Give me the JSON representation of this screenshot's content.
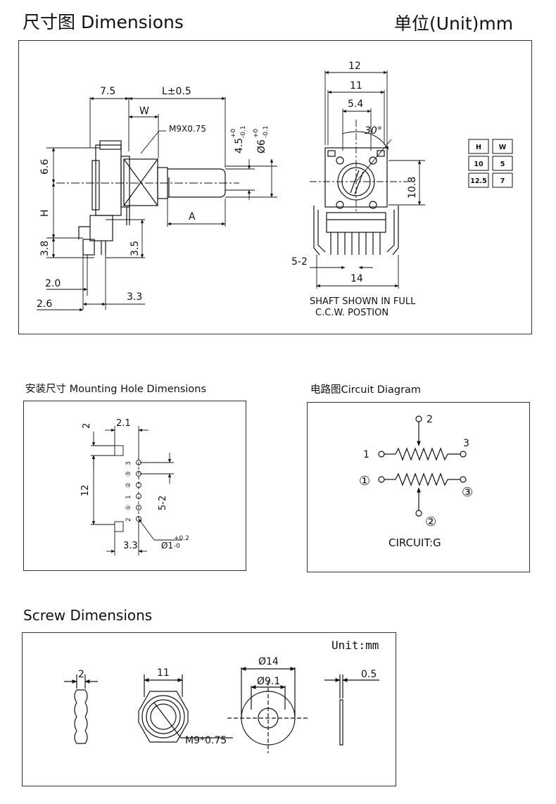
{
  "header": {
    "title": "尺寸图  Dimensions",
    "unit": "单位(Unit)mm"
  },
  "main_drawing": {
    "side_view": {
      "dim_7_5": "7.5",
      "dim_L": "L±0.5",
      "dim_W": "W",
      "thread": "M9X0.75",
      "dim_4_5": "4.5",
      "dim_4_5_tol_up": "+0",
      "dim_4_5_tol_down": "-0.1",
      "dim_6": "Ø6",
      "dim_6_tol_up": "+0",
      "dim_6_tol_down": "-0.1",
      "dim_6_6": "6.6",
      "dim_H": "H",
      "dim_A": "A",
      "dim_3_8": "3.8",
      "dim_3_5": "3.5",
      "dim_2_0": "2.0",
      "dim_2_6": "2.6",
      "dim_3_3": "3.3"
    },
    "front_view": {
      "dim_12": "12",
      "dim_11": "11",
      "dim_5_4": "5.4",
      "angle": "30°",
      "dim_10_8": "10.8",
      "dim_5_2": "5-2",
      "dim_14": "14",
      "note_line1": "SHAFT SHOWN IN FULL",
      "note_line2": "C.C.W. POSTION"
    },
    "hw_table": {
      "headers": [
        "H",
        "W"
      ],
      "rows": [
        [
          "10",
          "5"
        ],
        [
          "12.5",
          "7"
        ]
      ]
    }
  },
  "mounting": {
    "title": "安装尺寸  Mounting Hole Dimensions",
    "dim_2": "2",
    "dim_2_1": "2.1",
    "dim_12": "12",
    "dim_5_2": "5-2",
    "dim_3_3": "3.3",
    "hole_dia": "Ø1",
    "hole_tol_up": "+0.2",
    "hole_tol_down": "-0",
    "pin_1": "1",
    "pin_2": "2",
    "pin_3": "3",
    "pin_c1": "①",
    "pin_c2": "②",
    "pin_c3": "③"
  },
  "circuit": {
    "title": "电路图Circuit Diagram",
    "t1": "1",
    "t2": "2",
    "t3": "3",
    "c1": "①",
    "c2": "②",
    "c3": "③",
    "label": "CIRCUIT:G"
  },
  "screw": {
    "title": "Screw  Dimensions",
    "unit": "Unit:mm",
    "dim_2": "2",
    "dim_11": "11",
    "thread": "M9*0.75",
    "dim_14": "Ø14",
    "dim_9_1": "Ø9.1",
    "dim_0_5": "0.5"
  }
}
